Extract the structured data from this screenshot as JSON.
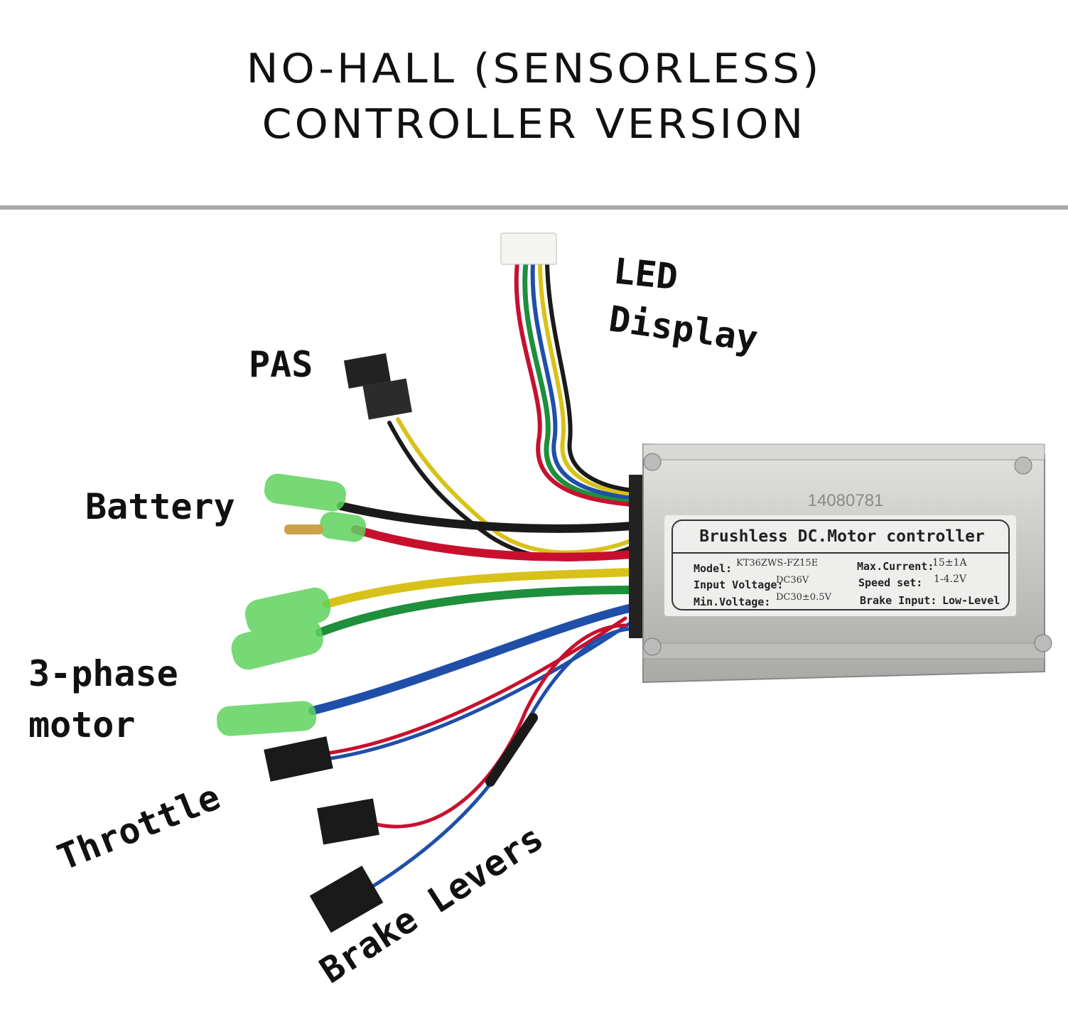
{
  "title": {
    "line1": "NO-HALL (SENSORLESS)",
    "line2": "CONTROLLER VERSION"
  },
  "labels": {
    "led_line1": "LED",
    "led_line2": "Display",
    "pas": "PAS",
    "battery": "Battery",
    "motor_line1": "3-phase",
    "motor_line2": "motor",
    "throttle": "Throttle",
    "brake": "Brake Levers"
  },
  "controller": {
    "serial": "14080781",
    "heading": "Brushless DC.Motor controller",
    "specs": [
      {
        "key": "Model:",
        "value": "KT36ZWS-FZ15E"
      },
      {
        "key": "Input Voltage:",
        "value": "DC36V"
      },
      {
        "key": "Min.Voltage:",
        "value": "DC30±0.5V"
      },
      {
        "key": "Max.Current:",
        "value": "15±1A"
      },
      {
        "key": "Speed set:",
        "value": "1-4.2V"
      },
      {
        "key": "Brake Input:",
        "value": "Low-Level"
      }
    ]
  },
  "colors": {
    "wire_red": "#c8102e",
    "wire_black": "#1a1a1a",
    "wire_yellow": "#d8c21a",
    "wire_green": "#1e8f3a",
    "wire_blue": "#1f4fa8",
    "connector_green": "#5fd35f",
    "housing": "#c9c9c6"
  }
}
